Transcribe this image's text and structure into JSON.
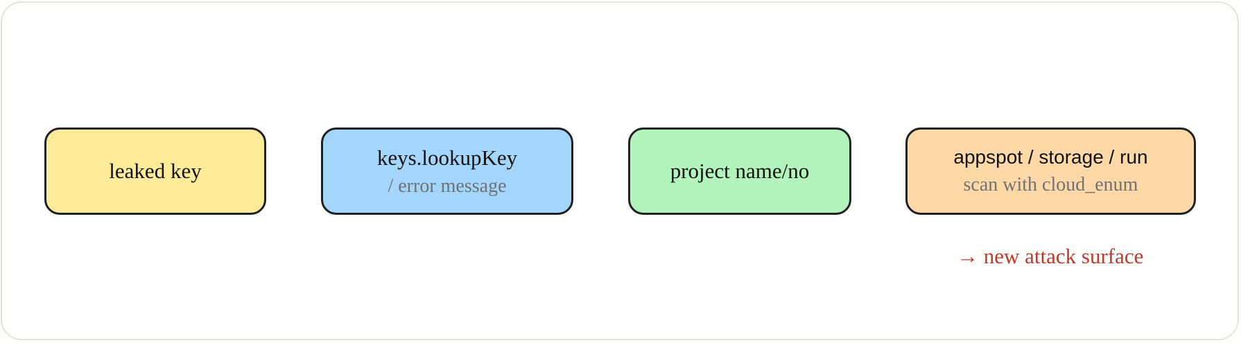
{
  "diagram": {
    "nodes": [
      {
        "id": "leaked-key",
        "label": "leaked key",
        "sublabel": "",
        "color": "#fdeb9a"
      },
      {
        "id": "lookup-key",
        "label": "keys.lookupKey",
        "sublabel": "/ error message",
        "color": "#a4d6fc"
      },
      {
        "id": "project",
        "label": "project name/no",
        "sublabel": "",
        "color": "#b2f4bb"
      },
      {
        "id": "surfaces",
        "label": "appspot / storage / run",
        "sublabel": "scan with cloud_enum",
        "color": "#fed8a6"
      }
    ],
    "annotation": {
      "arrow": "→",
      "text": "new attack surface",
      "color": "#be3a2c"
    }
  }
}
